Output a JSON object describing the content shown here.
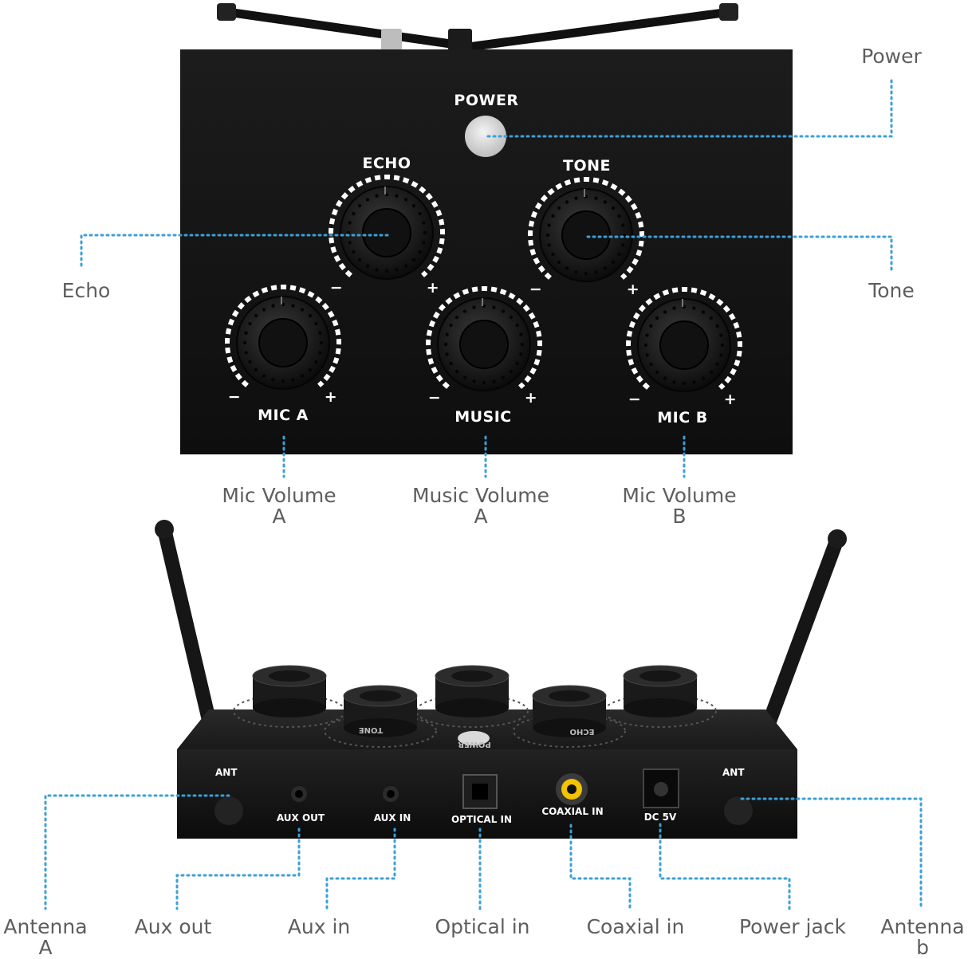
{
  "top_panel": {
    "power_label": "POWER",
    "echo_label": "ECHO",
    "tone_label": "TONE",
    "mic_a_label": "MIC A",
    "music_label": "MUSIC",
    "mic_b_label": "MIC B",
    "minus": "−",
    "plus": "+"
  },
  "rear_panel": {
    "ant_left": "ANT",
    "ant_right": "ANT",
    "aux_out": "AUX OUT",
    "aux_in": "AUX IN",
    "optical_in": "OPTICAL IN",
    "coaxial_in": "COAXIAL IN",
    "dc": "DC 5V",
    "power_mirrored": "POWER",
    "tone_mirrored": "TONE",
    "echo_mirrored": "ECHO"
  },
  "callouts": {
    "power": "Power",
    "echo": "Echo",
    "tone": "Tone",
    "mic_volume_a_line1": "Mic Volume",
    "mic_volume_a_line2": "A",
    "music_volume_a_line1": "Music Volume",
    "music_volume_a_line2": "A",
    "mic_volume_b_line1": "Mic Volume",
    "mic_volume_b_line2": "B",
    "antenna_a_line1": "Antenna",
    "antenna_a_line2": "A",
    "aux_out": "Aux out",
    "aux_in": "Aux in",
    "optical_in": "Optical in",
    "coaxial_in": "Coaxial in",
    "power_jack": "Power jack",
    "antenna_b_line1": "Antenna",
    "antenna_b_line2": "b"
  },
  "colors": {
    "device_body": "#141414",
    "leader_line": "#3aa0d8",
    "callout_text": "#5e5e5e",
    "rca_ring": "#f2c300"
  }
}
